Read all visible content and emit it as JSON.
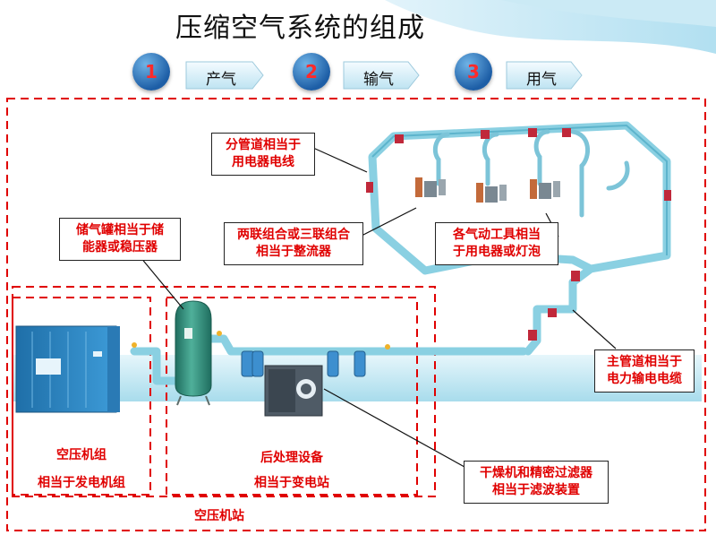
{
  "title": "压缩空气系统的组成",
  "steps": [
    {
      "num": "1",
      "label": "产气"
    },
    {
      "num": "2",
      "label": "输气"
    },
    {
      "num": "3",
      "label": "用气"
    }
  ],
  "callouts": {
    "branch_pipe": [
      "分管道相当于",
      "用电器电线"
    ],
    "tank": [
      "储气罐相当于储",
      "能器或稳压器"
    ],
    "combo": [
      "两联组合或三联组合",
      "相当于整流器"
    ],
    "tools": [
      "各气动工具相当",
      "于用电器或灯泡"
    ],
    "main_pipe": [
      "主管道相当于",
      "电力输电电缆"
    ],
    "dryer": [
      "干燥机和精密过滤器",
      "相当于滤波装置"
    ]
  },
  "groups": {
    "compressor": [
      "空压机组",
      "相当于发电机组"
    ],
    "post": [
      "后处理设备",
      "相当于变电站"
    ],
    "station": "空压机站"
  },
  "colors": {
    "dash": "#e00000",
    "callout_text": "#e00000",
    "pipe": "#8ad0e2",
    "water": "#c8ecf4",
    "compressor": "#2f86c6",
    "tank": "#2f8a78"
  }
}
